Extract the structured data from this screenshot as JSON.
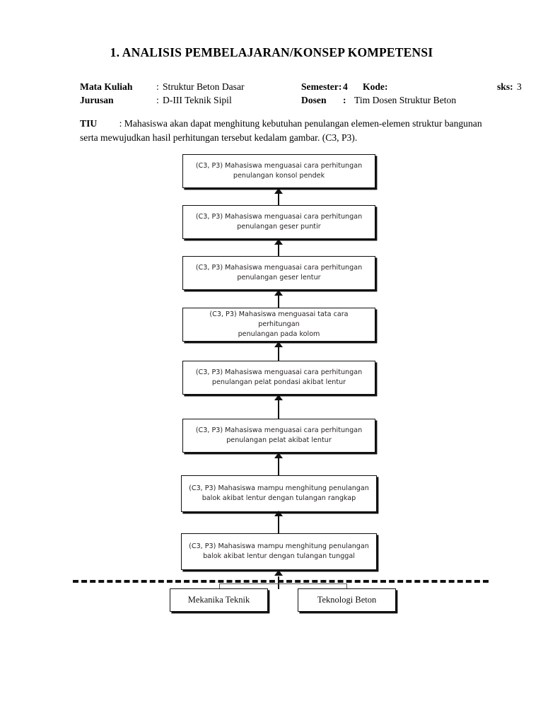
{
  "document": {
    "title": "1. ANALISIS PEMBELAJARAN/KONSEP KOMPETENSI",
    "meta": {
      "mata_kuliah_label": "Mata Kuliah",
      "mata_kuliah_colon": ":",
      "mata_kuliah_value": "Struktur Beton Dasar",
      "semester_label": "Semester:",
      "semester_value": "4",
      "kode_label": "Kode:",
      "kode_value": "",
      "sks_label": "sks:",
      "sks_value": "3",
      "jurusan_label": "Jurusan",
      "jurusan_colon": ":",
      "jurusan_value": "D-III Teknik Sipil",
      "dosen_label": "Dosen",
      "dosen_colon": ":",
      "dosen_value": "Tim Dosen Struktur Beton"
    },
    "tiu": {
      "label": "TIU",
      "colon": ":",
      "text": "Mahasiswa akan dapat menghitung kebutuhan penulangan elemen-elemen struktur bangunan  serta mewujudkan hasil perhitungan tersebut kedalam gambar. (C3, P3)."
    }
  },
  "chart_data": {
    "type": "diagram",
    "title": "Analisis Pembelajaran / Konsep Kompetensi",
    "orientation": "bottom-up",
    "nodes": [
      {
        "id": "n1",
        "line1": "(C3, P3) Mahasiswa menguasai cara perhitungan",
        "line2": "penulangan konsol pendek",
        "level": 8
      },
      {
        "id": "n2",
        "line1": "(C3, P3) Mahasiswa menguasai cara perhitungan",
        "line2": "penulangan geser puntir",
        "level": 7
      },
      {
        "id": "n3",
        "line1": "(C3, P3) Mahasiswa menguasai cara perhitungan",
        "line2": "penulangan geser lentur",
        "level": 6
      },
      {
        "id": "n4",
        "line1": "(C3, P3) Mahasiswa menguasai tata cara perhitungan",
        "line2": "penulangan pada kolom",
        "level": 5
      },
      {
        "id": "n5",
        "line1": "(C3, P3) Mahasiswa menguasai cara perhitungan",
        "line2": "penulangan pelat pondasi akibat lentur",
        "level": 4
      },
      {
        "id": "n6",
        "line1": "(C3, P3) Mahasiswa menguasai cara perhitungan",
        "line2": "penulangan pelat akibat lentur",
        "level": 3
      },
      {
        "id": "n7",
        "line1": "(C3, P3) Mahasiswa mampu menghitung penulangan",
        "line2": "balok akibat lentur dengan tulangan rangkap",
        "level": 2
      },
      {
        "id": "n8",
        "line1": "(C3, P3) Mahasiswa mampu menghitung penulangan",
        "line2": "balok akibat lentur  dengan tulangan tunggal",
        "level": 1
      }
    ],
    "prerequisites": [
      {
        "id": "p1",
        "label": "Mekanika Teknik"
      },
      {
        "id": "p2",
        "label": "Teknologi Beton"
      }
    ],
    "edges": [
      {
        "from": "n2",
        "to": "n1"
      },
      {
        "from": "n3",
        "to": "n2"
      },
      {
        "from": "n4",
        "to": "n3"
      },
      {
        "from": "n5",
        "to": "n4"
      },
      {
        "from": "n6",
        "to": "n5"
      },
      {
        "from": "n7",
        "to": "n6"
      },
      {
        "from": "n8",
        "to": "n7"
      },
      {
        "from": "p1",
        "to": "n8"
      },
      {
        "from": "p2",
        "to": "n8"
      }
    ],
    "entry_line": {
      "style": "dashed",
      "description": "garis batas entry behaviour"
    },
    "colors": {
      "stroke": "#111111",
      "fill": "#ffffff",
      "text": "#231f20"
    }
  }
}
